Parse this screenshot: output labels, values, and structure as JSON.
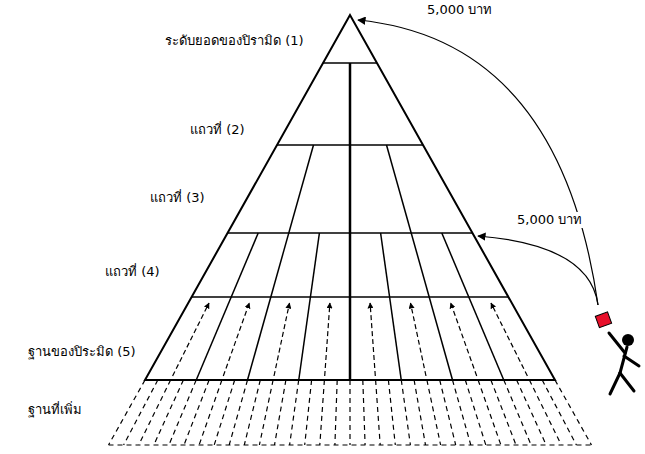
{
  "diagram": {
    "labels": [
      "ระดับยอดของปิรามิด (1)",
      "แถวที่ (2)",
      "แถวที่ (3)",
      "แถวที่ (4)",
      "ฐานของปิระมิด (5)",
      "ฐานที่เพิ่ม",
      "5,000 บาท",
      "5,000 บาท"
    ]
  }
}
